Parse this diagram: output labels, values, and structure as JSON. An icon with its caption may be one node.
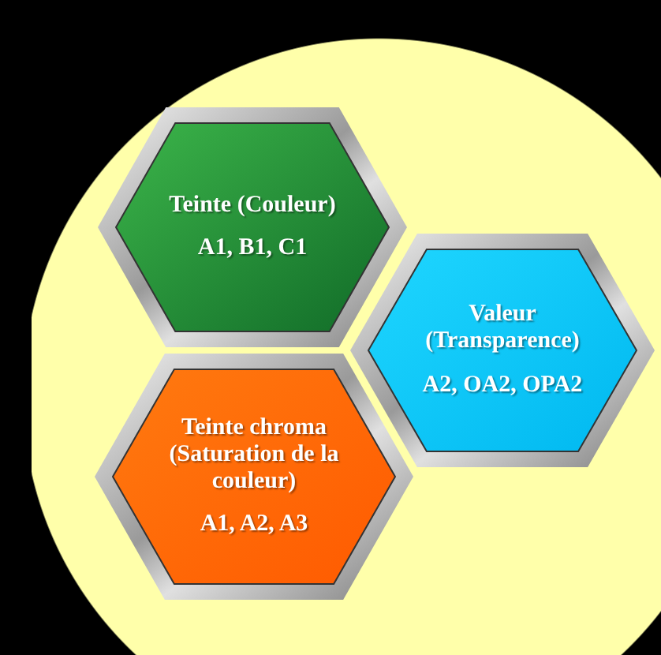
{
  "diagram": {
    "nodes": [
      {
        "text": [],
        "shape": "circle"
      },
      {
        "text": [
          "Teinte (Couleur)",
          "A1, B1, C1"
        ],
        "in": 0
      },
      {
        "text": [
          "Valeur (Transparence)",
          "A2, OA2, OPA2"
        ],
        "in": 0
      },
      {
        "text": [
          "Teinte chroma (Saturation de la couleur)",
          "A1, A2, A3"
        ],
        "in": 0
      }
    ]
  }
}
